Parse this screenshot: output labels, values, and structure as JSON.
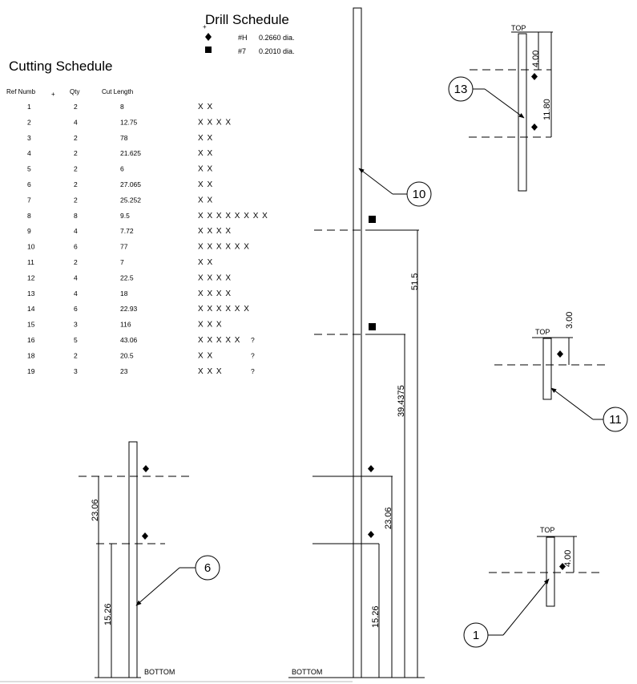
{
  "drill_schedule": {
    "title": "Drill Schedule",
    "items": [
      {
        "symbol": "diamond",
        "drill": "#H",
        "dia": "0.2660 dia."
      },
      {
        "symbol": "square",
        "drill": "#7",
        "dia": "0.2010 dia."
      }
    ]
  },
  "cutting_schedule": {
    "title": "Cutting Schedule",
    "headers": {
      "ref": "Ref Numb",
      "qty": "Qty",
      "cut": "Cut Length"
    },
    "rows": [
      {
        "ref": "1",
        "qty": "2",
        "cut": "8",
        "marks": "X X",
        "note": ""
      },
      {
        "ref": "2",
        "qty": "4",
        "cut": "12.75",
        "marks": "X X X X",
        "note": ""
      },
      {
        "ref": "3",
        "qty": "2",
        "cut": "78",
        "marks": "X X",
        "note": ""
      },
      {
        "ref": "4",
        "qty": "2",
        "cut": "21.625",
        "marks": "X X",
        "note": ""
      },
      {
        "ref": "5",
        "qty": "2",
        "cut": "6",
        "marks": "X X",
        "note": ""
      },
      {
        "ref": "6",
        "qty": "2",
        "cut": "27.065",
        "marks": "X X",
        "note": ""
      },
      {
        "ref": "7",
        "qty": "2",
        "cut": "25.252",
        "marks": "X X",
        "note": ""
      },
      {
        "ref": "8",
        "qty": "8",
        "cut": "9.5",
        "marks": "X X X X X X X X",
        "note": ""
      },
      {
        "ref": "9",
        "qty": "4",
        "cut": "7.72",
        "marks": "X X X X",
        "note": ""
      },
      {
        "ref": "10",
        "qty": "6",
        "cut": "77",
        "marks": "X X X X X X",
        "note": ""
      },
      {
        "ref": "11",
        "qty": "2",
        "cut": "7",
        "marks": "X X",
        "note": ""
      },
      {
        "ref": "12",
        "qty": "4",
        "cut": "22.5",
        "marks": "X X X X",
        "note": ""
      },
      {
        "ref": "13",
        "qty": "4",
        "cut": "18",
        "marks": "X X X X",
        "note": ""
      },
      {
        "ref": "14",
        "qty": "6",
        "cut": "22.93",
        "marks": "X X X X X X",
        "note": ""
      },
      {
        "ref": "15",
        "qty": "3",
        "cut": "116",
        "marks": "X X X",
        "note": ""
      },
      {
        "ref": "16",
        "qty": "5",
        "cut": "43.06",
        "marks": "X X X X X",
        "note": "?"
      },
      {
        "ref": "18",
        "qty": "2",
        "cut": "20.5",
        "marks": "X X",
        "note": "?"
      },
      {
        "ref": "19",
        "qty": "3",
        "cut": "23",
        "marks": "X X X",
        "note": "?"
      }
    ]
  },
  "details": {
    "part13": {
      "callout": "13",
      "top_label": "TOP",
      "dim_top": "4.00",
      "dim_spacing": "11.80"
    },
    "part10": {
      "callout": "10",
      "dim_upper": "51.5",
      "dim_mid": "39.4375",
      "dim_lower": "23.06",
      "dim_bottom": "15.26",
      "bottom_label": "BOTTOM"
    },
    "part11": {
      "callout": "11",
      "top_label": "TOP",
      "dim_top": "3.00"
    },
    "part6": {
      "callout": "6",
      "dim_upper": "23.06",
      "dim_lower": "15.26",
      "bottom_label": "BOTTOM"
    },
    "part1": {
      "callout": "1",
      "top_label": "TOP",
      "dim_top": "4.00"
    }
  }
}
